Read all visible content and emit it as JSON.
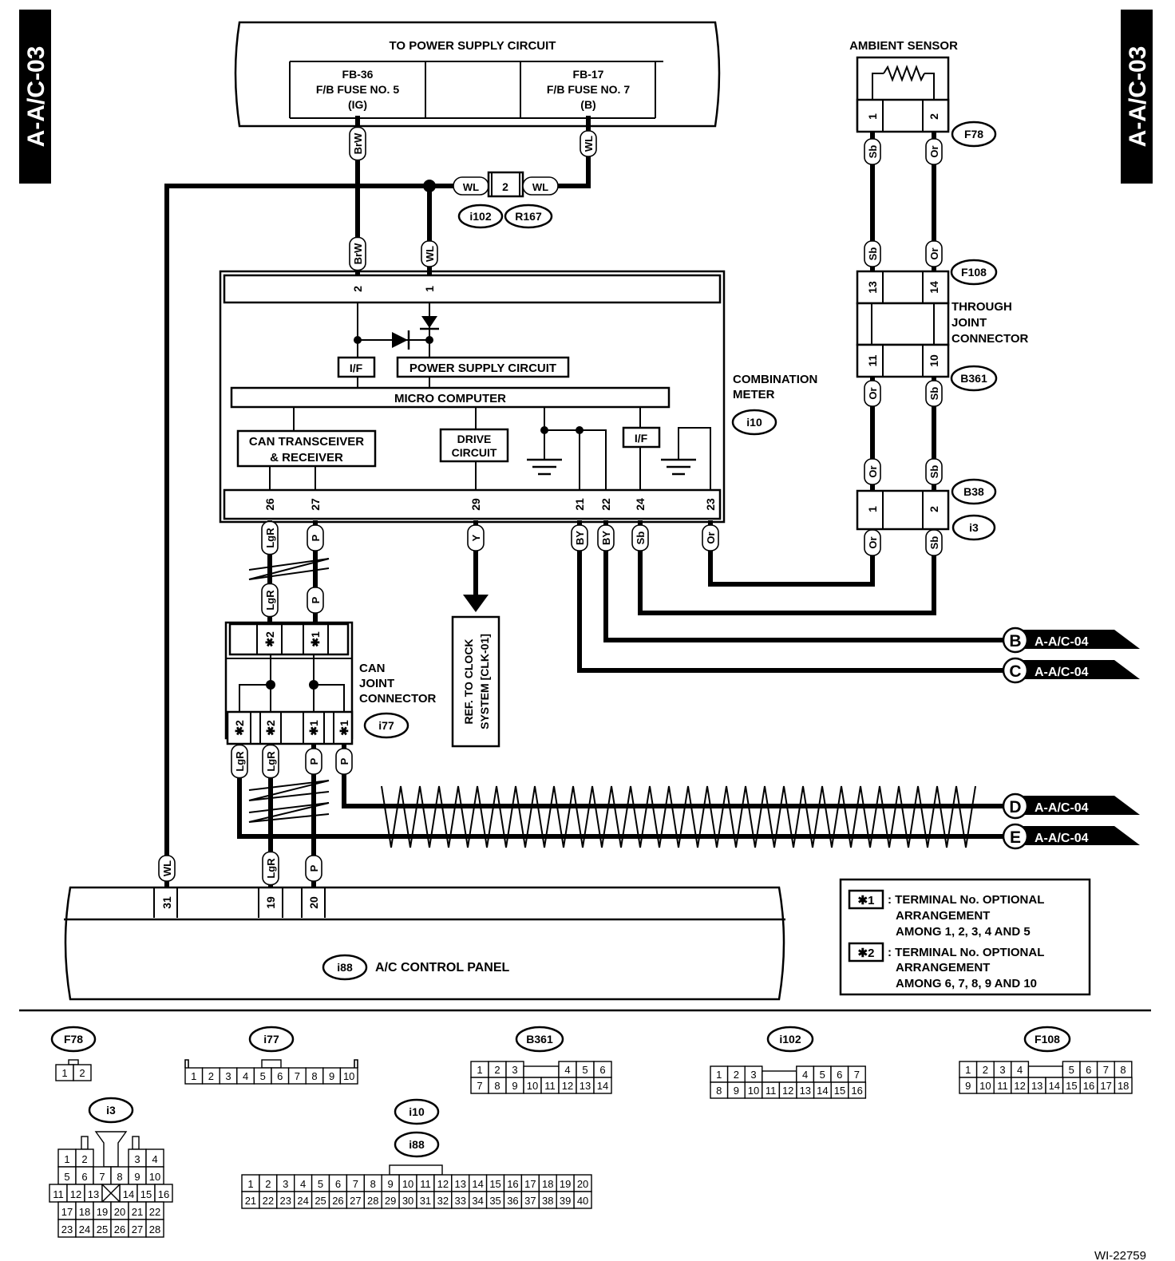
{
  "page_code": "A-A/C-03",
  "figure_id": "WI-22759",
  "power_supply": {
    "title": "TO POWER SUPPLY CIRCUIT",
    "fuse_a": {
      "code": "FB-36",
      "name": "F/B FUSE NO. 5",
      "mode": "(IG)"
    },
    "fuse_b": {
      "code": "FB-17",
      "name": "F/B FUSE NO. 7",
      "mode": "(B)"
    }
  },
  "splice": {
    "pin": "2",
    "wire": "WL",
    "refs": [
      "i102",
      "R167"
    ]
  },
  "meter": {
    "label_line1": "COMBINATION",
    "label_line2": "METER",
    "ref": "i10",
    "if_label": "I/F",
    "psc_label": "POWER SUPPLY CIRCUIT",
    "micro_label": "MICRO COMPUTER",
    "can_line1": "CAN TRANSCEIVER",
    "can_line2": "& RECEIVER",
    "drive_line1": "DRIVE",
    "drive_line2": "CIRCUIT",
    "top_pins": [
      {
        "pin": "2",
        "wire": "BrW"
      },
      {
        "pin": "1",
        "wire": "WL"
      }
    ],
    "bottom_pins": [
      {
        "pin": "26",
        "wire": "LgR"
      },
      {
        "pin": "27",
        "wire": "P"
      },
      {
        "pin": "29",
        "wire": "Y"
      },
      {
        "pin": "21",
        "wire": "BY"
      },
      {
        "pin": "22",
        "wire": "BY"
      },
      {
        "pin": "24",
        "wire": "Sb"
      },
      {
        "pin": "23",
        "wire": "Or"
      }
    ]
  },
  "ambient_sensor": {
    "title": "AMBIENT SENSOR",
    "connector": "F78",
    "pins": [
      {
        "pin": "1",
        "wire": "Sb"
      },
      {
        "pin": "2",
        "wire": "Or"
      }
    ]
  },
  "through_joint": {
    "label_line1": "THROUGH",
    "label_line2": "JOINT",
    "label_line3": "CONNECTOR",
    "f108": {
      "ref": "F108",
      "pins": [
        "13",
        "14"
      ],
      "wires": [
        "Sb",
        "Or"
      ]
    },
    "b361": {
      "ref": "B361",
      "pins": [
        "11",
        "10"
      ],
      "wires": [
        "Or",
        "Sb"
      ]
    },
    "b38": {
      "ref": "B38",
      "pins": [
        "1",
        "2"
      ],
      "wires": [
        "Or",
        "Sb"
      ]
    },
    "i3_ref": "i3",
    "i3_wires": [
      "Or",
      "Sb"
    ]
  },
  "can_joint": {
    "label_line1": "CAN",
    "label_line2": "JOINT",
    "label_line3": "CONNECTOR",
    "ref": "i77",
    "upper_wires": [
      "LgR",
      "P"
    ],
    "upper_pins": [
      "✱2",
      "✱1"
    ],
    "lower_pins": [
      "✱2",
      "✱2",
      "✱1",
      "✱1"
    ],
    "lower_wires": [
      "LgR",
      "LgR",
      "P",
      "P"
    ]
  },
  "clock_ref": {
    "line1": "REF. TO CLOCK",
    "line2": "SYSTEM [CLK-01]"
  },
  "offpage": [
    {
      "letter": "B",
      "target": "A-A/C-04"
    },
    {
      "letter": "C",
      "target": "A-A/C-04"
    },
    {
      "letter": "D",
      "target": "A-A/C-04"
    },
    {
      "letter": "E",
      "target": "A-A/C-04"
    }
  ],
  "ac_panel": {
    "ref": "i88",
    "label": "A/C CONTROL PANEL",
    "pins": [
      {
        "pin": "31",
        "wire": "WL"
      },
      {
        "pin": "19",
        "wire": "LgR"
      },
      {
        "pin": "20",
        "wire": "P"
      }
    ]
  },
  "legend": [
    {
      "mark": "✱1",
      "line1": ": TERMINAL No. OPTIONAL",
      "line2": "ARRANGEMENT",
      "line3": "AMONG 1, 2, 3, 4 AND 5"
    },
    {
      "mark": "✱2",
      "line1": ": TERMINAL No. OPTIONAL",
      "line2": "ARRANGEMENT",
      "line3": "AMONG 6, 7, 8, 9 AND 10"
    }
  ],
  "connector_views": [
    {
      "ref": "F78",
      "rows": [
        [
          "1",
          "2"
        ]
      ]
    },
    {
      "ref": "i77",
      "rows": [
        [
          "1",
          "2",
          "3",
          "4",
          "5",
          "6",
          "7",
          "8",
          "9",
          "10"
        ]
      ]
    },
    {
      "ref": "B361",
      "rows": [
        [
          "1",
          "2",
          "3",
          "",
          "4",
          "5",
          "6"
        ],
        [
          "7",
          "8",
          "9",
          "10",
          "11",
          "12",
          "13",
          "14"
        ]
      ]
    },
    {
      "ref": "i102",
      "rows": [
        [
          "1",
          "2",
          "3",
          "",
          "4",
          "5",
          "6",
          "7"
        ],
        [
          "8",
          "9",
          "10",
          "11",
          "12",
          "13",
          "14",
          "15",
          "16"
        ]
      ]
    },
    {
      "ref": "F108",
      "rows": [
        [
          "1",
          "2",
          "3",
          "4",
          "",
          "5",
          "6",
          "7",
          "8"
        ],
        [
          "9",
          "10",
          "11",
          "12",
          "13",
          "14",
          "15",
          "16",
          "17",
          "18"
        ]
      ]
    },
    {
      "ref": "i3",
      "rows": [
        [
          "1",
          "2",
          "",
          "3",
          "4"
        ],
        [
          "5",
          "6",
          "7",
          "8",
          "9",
          "10"
        ],
        [
          "11",
          "12",
          "13",
          "14",
          "15",
          "16"
        ],
        [
          "17",
          "18",
          "19",
          "20",
          "21",
          "22"
        ],
        [
          "23",
          "24",
          "25",
          "26",
          "27",
          "28"
        ]
      ]
    },
    {
      "ref": "i10",
      "rows": []
    },
    {
      "ref": "i88",
      "rows": [
        [
          "1",
          "2",
          "3",
          "4",
          "5",
          "6",
          "7",
          "8",
          "9",
          "10",
          "11",
          "12",
          "13",
          "14",
          "15",
          "16",
          "17",
          "18",
          "19",
          "20"
        ],
        [
          "21",
          "22",
          "23",
          "24",
          "25",
          "26",
          "27",
          "28",
          "29",
          "30",
          "31",
          "32",
          "33",
          "34",
          "35",
          "36",
          "37",
          "38",
          "39",
          "40"
        ]
      ]
    }
  ]
}
